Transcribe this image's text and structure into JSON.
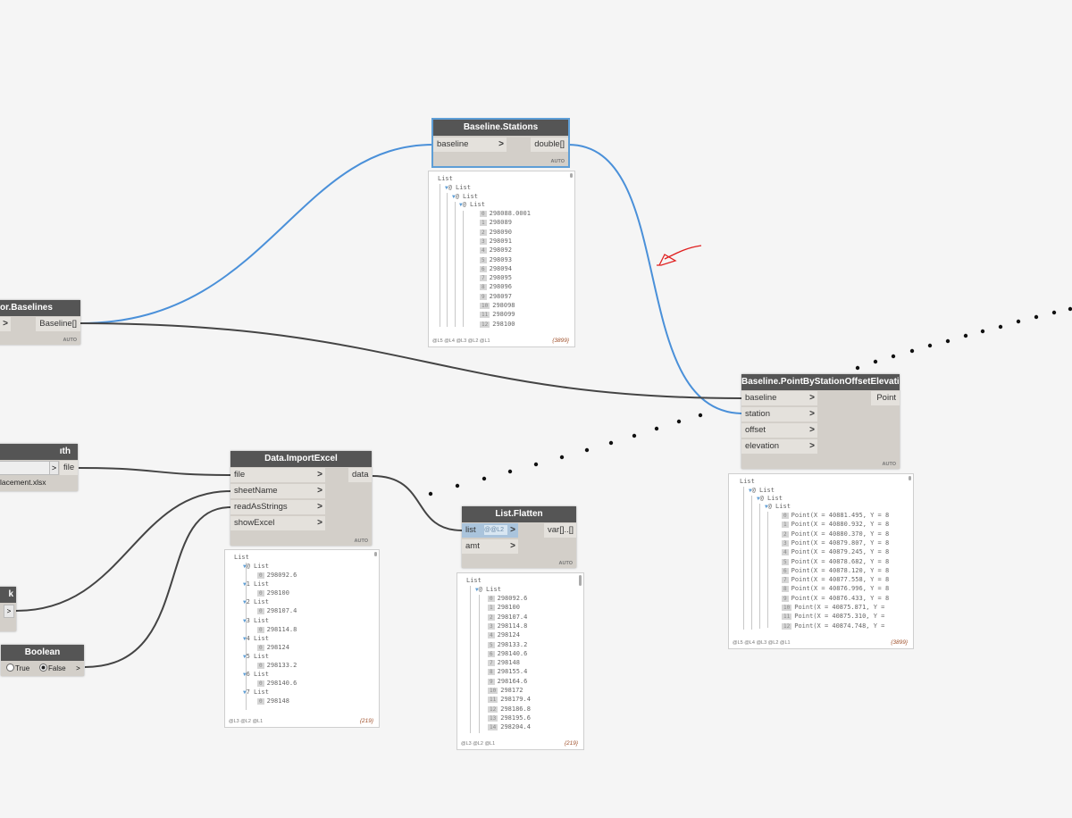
{
  "nodes": {
    "baselines": {
      "title": "or.Baselines",
      "out": "Baseline[]",
      "lacing": "AUTO",
      "chev": ">"
    },
    "stations": {
      "title": "Baseline.Stations",
      "in": "baseline",
      "out": "double[]",
      "lacing": "AUTO",
      "chev": ">"
    },
    "point": {
      "title": "Baseline.PointByStationOffsetElevation",
      "inputs": [
        "baseline",
        "station",
        "offset",
        "elevation"
      ],
      "out": "Point",
      "lacing": "AUTO",
      "chev": ">"
    },
    "file_path": {
      "title": "ıth",
      "out": "file",
      "value": "lacement.xlsx",
      "chev": ">"
    },
    "import_excel": {
      "title": "Data.ImportExcel",
      "inputs": [
        "file",
        "sheetName",
        "readAsStrings",
        "showExcel"
      ],
      "out": "data",
      "lacing": "AUTO",
      "chev": ">"
    },
    "list_flatten": {
      "title": "List.Flatten",
      "inputs": [
        "list",
        "amt"
      ],
      "list_level": "@@L2",
      "out": "var[]..[]",
      "lacing": "AUTO",
      "chev": ">"
    },
    "sheet_node": {
      "title": "k",
      "chev": ">"
    },
    "boolean": {
      "title": "Boolean",
      "true_label": "True",
      "false_label": "False",
      "chev": ">"
    }
  },
  "previews": {
    "stations": {
      "head": [
        "List",
        "@ List",
        "@ List",
        "@ List"
      ],
      "items": [
        [
          "0",
          "298088.0001"
        ],
        [
          "1",
          "298089"
        ],
        [
          "2",
          "298090"
        ],
        [
          "3",
          "298091"
        ],
        [
          "4",
          "298092"
        ],
        [
          "5",
          "298093"
        ],
        [
          "6",
          "298094"
        ],
        [
          "7",
          "298095"
        ],
        [
          "8",
          "298096"
        ],
        [
          "9",
          "298097"
        ],
        [
          "10",
          "298098"
        ],
        [
          "11",
          "298099"
        ],
        [
          "12",
          "298100"
        ]
      ],
      "levels": "@L5 @L4 @L3 @L2 @L1",
      "count": "{3899}"
    },
    "point": {
      "head": [
        "List",
        "@ List",
        "@ List",
        "@ List"
      ],
      "items": [
        [
          "0",
          "Point(X = 40881.495, Y = 8"
        ],
        [
          "1",
          "Point(X = 40880.932, Y = 8"
        ],
        [
          "2",
          "Point(X = 40880.370, Y = 8"
        ],
        [
          "3",
          "Point(X = 40879.807, Y = 8"
        ],
        [
          "4",
          "Point(X = 40879.245, Y = 8"
        ],
        [
          "5",
          "Point(X = 40878.682, Y = 8"
        ],
        [
          "6",
          "Point(X = 40878.120, Y = 8"
        ],
        [
          "7",
          "Point(X = 40877.558, Y = 8"
        ],
        [
          "8",
          "Point(X = 40876.996, Y = 8"
        ],
        [
          "9",
          "Point(X = 40876.433, Y = 8"
        ],
        [
          "10",
          "Point(X = 40875.871, Y ="
        ],
        [
          "11",
          "Point(X = 40875.310, Y ="
        ],
        [
          "12",
          "Point(X = 40874.748, Y ="
        ]
      ],
      "levels": "@L5 @L4 @L3 @L2 @L1",
      "count": "{3899}"
    },
    "import_excel": {
      "head": "List",
      "groups": [
        [
          "@ List",
          "298092.6"
        ],
        [
          "1 List",
          "298100"
        ],
        [
          "2 List",
          "298107.4"
        ],
        [
          "3 List",
          "298114.8"
        ],
        [
          "4 List",
          "298124"
        ],
        [
          "5 List",
          "298133.2"
        ],
        [
          "6 List",
          "298140.6"
        ],
        [
          "7 List",
          "298148"
        ]
      ],
      "sub_index": "0",
      "levels": "@L3 @L2 @L1",
      "count": "{219}"
    },
    "list_flatten": {
      "head": [
        "List",
        "@ List"
      ],
      "items": [
        [
          "0",
          "298092.6"
        ],
        [
          "1",
          "298100"
        ],
        [
          "2",
          "298107.4"
        ],
        [
          "3",
          "298114.8"
        ],
        [
          "4",
          "298124"
        ],
        [
          "5",
          "298133.2"
        ],
        [
          "6",
          "298140.6"
        ],
        [
          "7",
          "298148"
        ],
        [
          "8",
          "298155.4"
        ],
        [
          "9",
          "298164.6"
        ],
        [
          "10",
          "298172"
        ],
        [
          "11",
          "298179.4"
        ],
        [
          "12",
          "298186.8"
        ],
        [
          "13",
          "298195.6"
        ],
        [
          "14",
          "298204.4"
        ]
      ],
      "levels": "@L3 @L2 @L1",
      "count": "{219}"
    }
  },
  "colors": {
    "wire_selected": "#4a90d9",
    "wire_default": "#444444",
    "annotation": "#e02020",
    "node_title": "#555555",
    "node_body": "#d3cfc9",
    "canvas": "#f5f5f5"
  }
}
